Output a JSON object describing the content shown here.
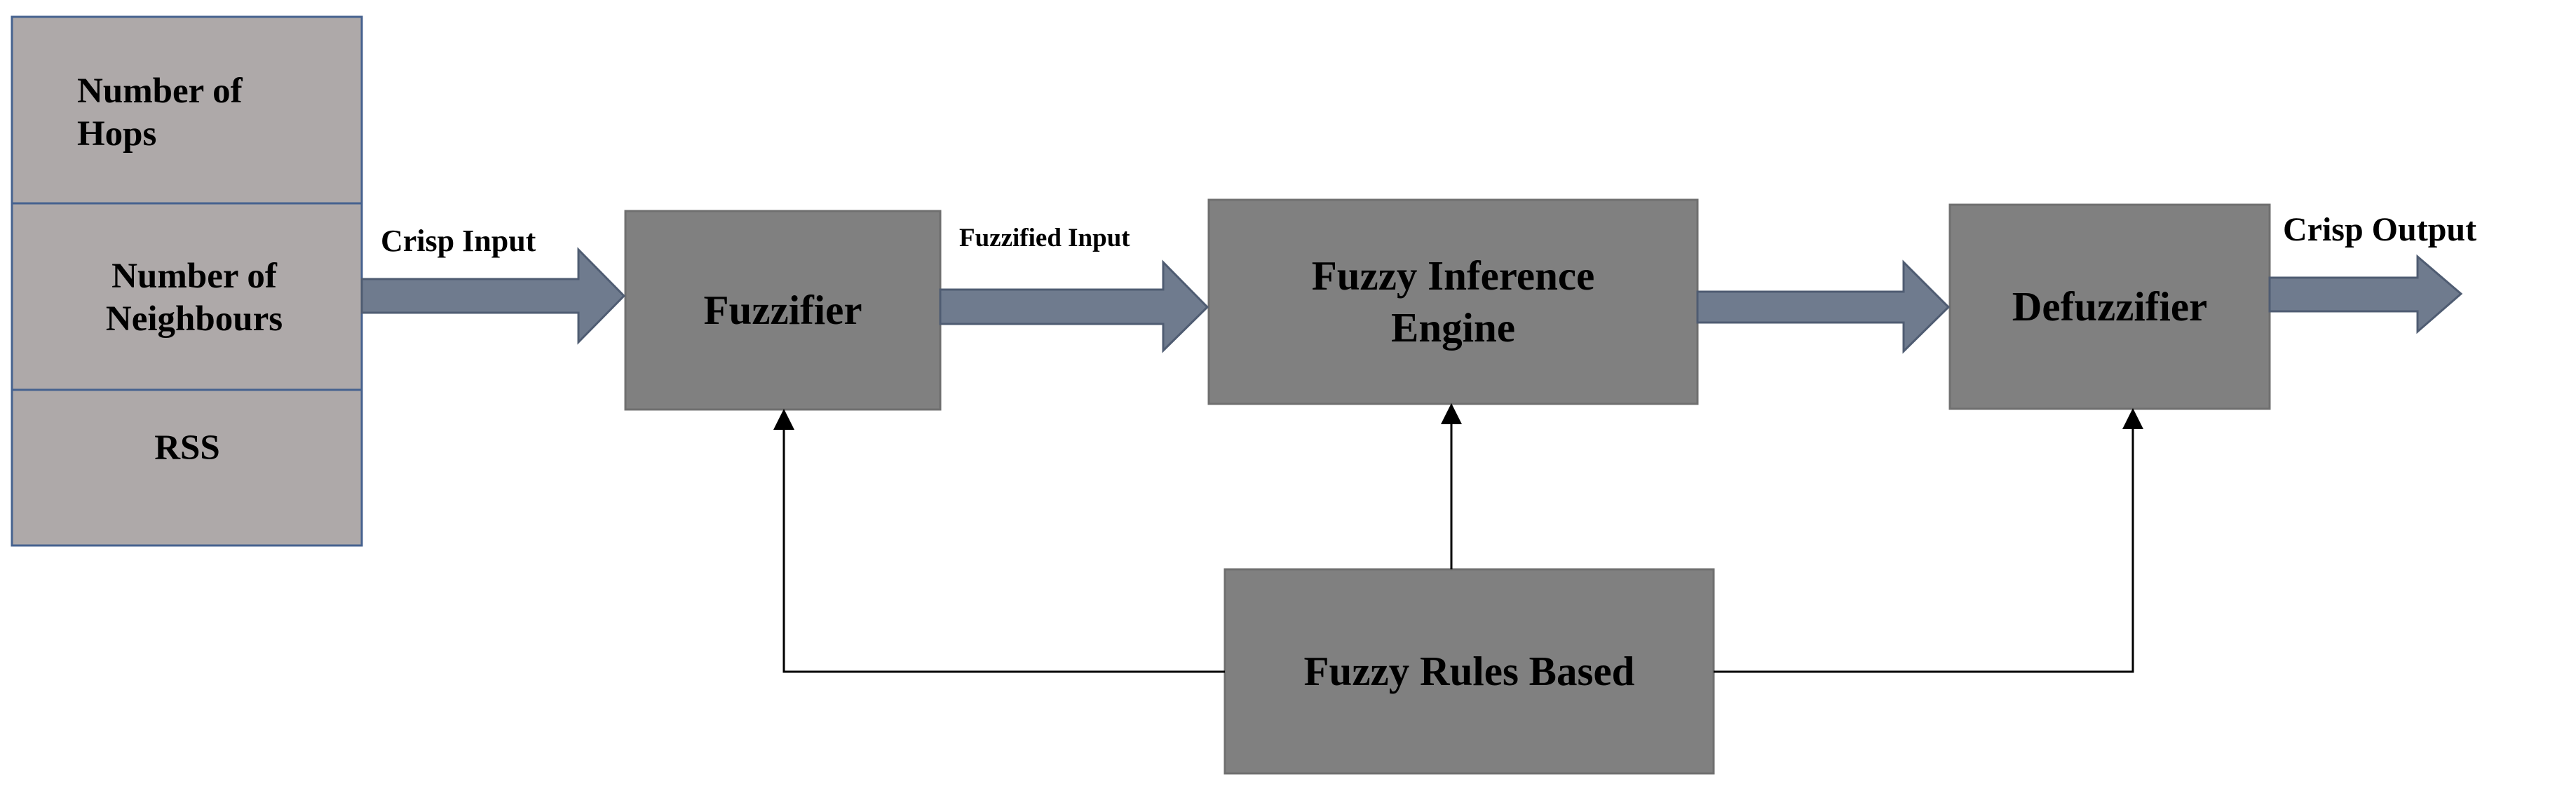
{
  "colors": {
    "input_box_fill": "#aea9a9",
    "input_box_border": "#46628f",
    "process_box_fill": "#808080",
    "process_box_border": "#6f6f6f",
    "arrow_fill": "#6f7b8e",
    "arrow_border": "#4f5c72",
    "connector_line": "#000000",
    "text": "#000000"
  },
  "inputs": {
    "hops": "Number of Hops",
    "neighbours": "Number of Neighbours",
    "rss": "RSS"
  },
  "labels": {
    "crisp_input": "Crisp Input",
    "fuzzified_input": "Fuzzified Input",
    "crisp_output": "Crisp Output"
  },
  "blocks": {
    "fuzzifier": "Fuzzifier",
    "inference_engine": "Fuzzy Inference Engine",
    "defuzzifier": "Defuzzifier",
    "rules": "Fuzzy Rules Based"
  }
}
